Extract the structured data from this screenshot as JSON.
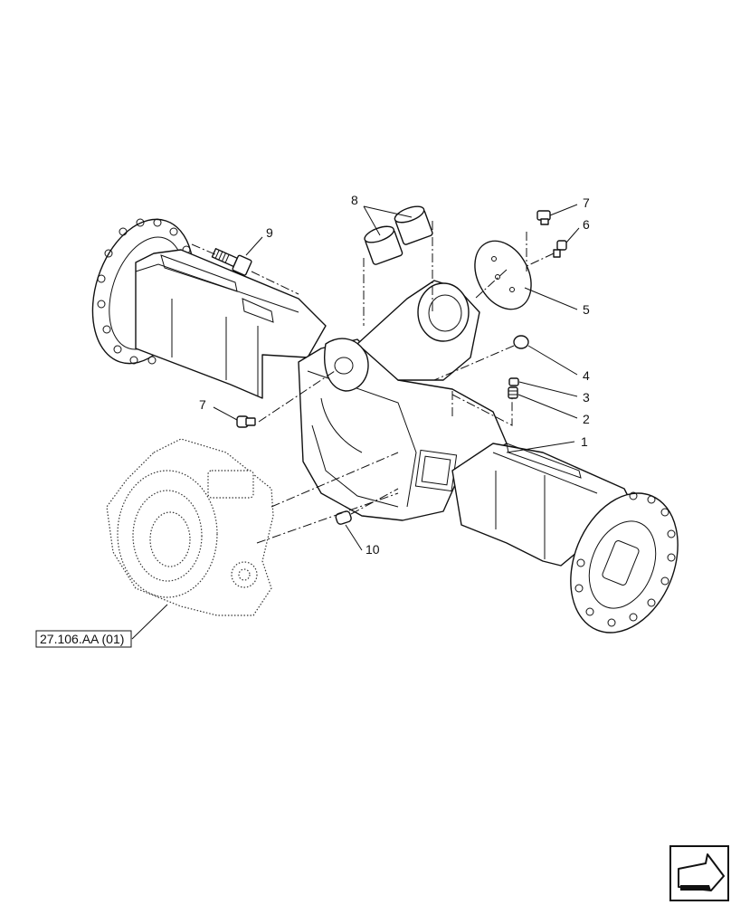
{
  "callouts": {
    "c1": "1",
    "c2": "2",
    "c3": "3",
    "c4": "4",
    "c5": "5",
    "c6": "6",
    "c7a": "7",
    "c7b": "7",
    "c8": "8",
    "c9": "9",
    "c10": "10"
  },
  "reference": {
    "label": "27.106.AA (01)"
  },
  "icons": {
    "nav": "next-page-arrow-icon"
  }
}
